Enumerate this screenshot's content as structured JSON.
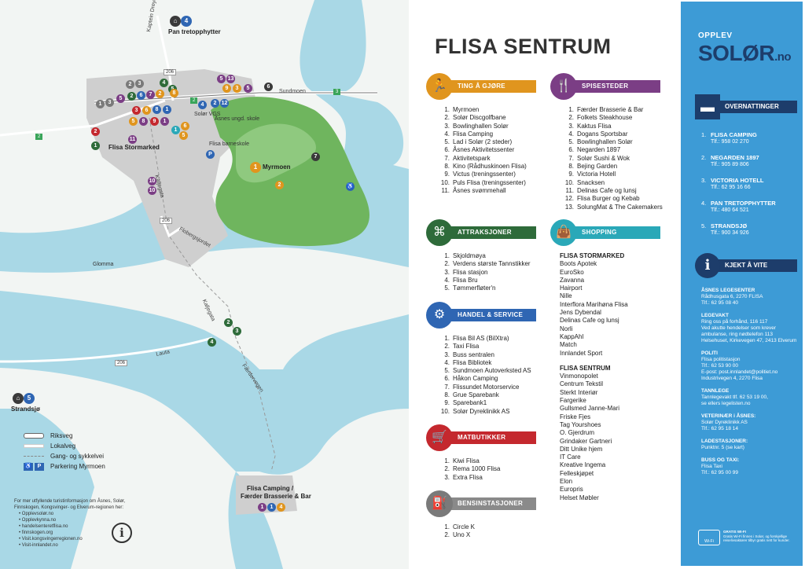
{
  "map": {
    "places": {
      "pan_tretopphytter": "Pan tretopphytter",
      "kaptein_dreyers_veg": "Kaptein Dreyers veg",
      "sundmoen": "Sundmoen",
      "solor_vgs": "Solør VGS",
      "asnes_ungdomsskole": "Åsnes ungd. skole",
      "flisa_stormarked": "Flisa Stormarked",
      "flisa_barneskole": "Flisa barneskole",
      "myrmoen": "Myrmoen",
      "kafjegata": "Kafjegata",
      "flobergsjordet": "Flobergsjordet",
      "glomma": "Glomma",
      "lauta": "Lauta",
      "faerdervegen": "Færdervegen",
      "strandsjo": "Strandsjø",
      "flisa_camping": "Flisa Camping /",
      "faerder_brasserie": "Færder Brasserie & Bar"
    },
    "road_numbers": {
      "r206": "206",
      "r2": "2",
      "r3": "3"
    },
    "legend": [
      {
        "label": "Riksveg",
        "style": "riksveg"
      },
      {
        "label": "Lokalveg",
        "style": "lokalveg"
      },
      {
        "label": "Gang- og sykkelvei",
        "style": "gangvei"
      },
      {
        "label": "Parkering Myrmoen",
        "style": "parking"
      }
    ],
    "info": {
      "intro": "For mer utfyllende turistinformasjon om Åsnes, Solør, Finnskogen, Kongsvinger- og Elverum-regionen her:",
      "links": [
        "Opplevsolør.no",
        "Opplevkynna.no",
        "handelsenteretflisa.no",
        "finnskogen.org",
        "Visit.kongsvingerregionen.no",
        "Visit-innlandet.no"
      ],
      "badge": "i"
    }
  },
  "center": {
    "title": "FLISA SENTRUM",
    "sections": {
      "ting_a_gjore": {
        "title": "TING Å GJØRE",
        "color": "#e0951e",
        "items": [
          "Myrmoen",
          "Solør Discgolfbane",
          "Bowlinghallen Solør",
          "Flisa Camping",
          "Lad i Solør (2 steder)",
          "Åsnes Aktivitetssenter",
          "Aktivitetspark",
          "Kino (Rådhuskinoen Flisa)",
          "Victus (treningssenter)",
          "Puls Flisa (treningssenter)",
          "Åsnes svømmehall"
        ]
      },
      "spisesteder": {
        "title": "SPISESTEDER",
        "color": "#7b3e85",
        "items": [
          "Færder Brasserie & Bar",
          "Folkets Steakhouse",
          "Kaktus Flisa",
          "Dogans Sportsbar",
          "Bowlinghallen Solør",
          "Negarden 1897",
          "Solør Sushi & Wok",
          "Bejing Garden",
          "Victoria Hotell",
          "Snacksen",
          "Delinas Cafe og lunsj",
          "Flisa Burger og Kebab",
          "SolungMat & The Cakemakers"
        ]
      },
      "attraksjoner": {
        "title": "ATTRAKSJONER",
        "color": "#2e6b3a",
        "items": [
          "Skjoldmøya",
          "Verdens største Tannstikker",
          "Flisa stasjon",
          "Flisa Bru",
          "Tømmerfløter'n"
        ]
      },
      "shopping": {
        "title": "SHOPPING",
        "color": "#2aa8b8",
        "groups": [
          {
            "name": "FLISA STORMARKED",
            "items": [
              "Boots Apotek",
              "EuroSko",
              "Zavanna",
              "Hairport",
              "Nille",
              "Interflora Marihøna Flisa",
              "Jens Dybendal",
              "Delinas Cafe og lunsj",
              "Norli",
              "KappAhl",
              "Match",
              "Innlandet Sport"
            ]
          },
          {
            "name": "FLISA SENTRUM",
            "items": [
              "Vinmonopolet",
              "Centrum Tekstil",
              "Sterkt Interiør",
              "Fargerike",
              "Gullsmed Janne-Mari",
              "Friske Fjes",
              "Tag Yourshoes",
              "O. Gjerdrum",
              "Grindaker Gartneri",
              "Ditt Unike hjem",
              "IT Care",
              "Kreative Ingema",
              "Felleskjøpet",
              "Elon",
              "Europris",
              "Helset Møbler"
            ]
          }
        ]
      },
      "handel_service": {
        "title": "HANDEL & SERVICE",
        "color": "#2f66b3",
        "items": [
          "Flisa Bil AS (BilXtra)",
          "Taxi Flisa",
          "Buss sentralen",
          "Flisa Bibliotek",
          "Sundmoen Autoverksted AS",
          "Håkon Camping",
          "Flissundet Motorservice",
          "Grue Sparebank",
          "Sparebank1",
          "Solør Dyreklinikk AS"
        ]
      },
      "matbutikker": {
        "title": "MATBUTIKKER",
        "color": "#c4282e",
        "items": [
          "Kiwi Flisa",
          "Rema 1000 Flisa",
          "Extra Flisa"
        ]
      },
      "bensinstasjoner": {
        "title": "BENSINSTASJONER",
        "color": "#8a8a8a",
        "items": [
          "Circle K",
          "Uno X"
        ]
      }
    }
  },
  "right": {
    "brand_top": "OPPLEV",
    "brand_main": "SOLØR",
    "brand_tld": ".no",
    "overnattinger": {
      "title": "OVERNATTINGER",
      "items": [
        {
          "no": "1.",
          "name": "FLISA CAMPING",
          "tel": "Tlf.: 958 02 270"
        },
        {
          "no": "2.",
          "name": "NEGARDEN 1897",
          "tel": "Tlf.: 905 89 806"
        },
        {
          "no": "3.",
          "name": "VICTORIA HOTELL",
          "tel": "Tlf.: 62 95 16 66"
        },
        {
          "no": "4.",
          "name": "PAN TRETOPPHYTTER",
          "tel": "Tlf.: 480 64 521"
        },
        {
          "no": "5.",
          "name": "STRANDSJØ",
          "tel": "Tlf.: 900 34 926"
        }
      ]
    },
    "kjekt": {
      "title": "KJEKT Å VITE",
      "items": [
        {
          "h": "ÅSNES LEGESENTER",
          "t": "Rådhusgata 6, 2270 FLISA\nTlf.: 62 95 08 40"
        },
        {
          "h": "LEGEVAKT",
          "t": "Ring oss på forhånd, 116 117\nVed akutte hendelser som krever ambulanse, ring nødtelefon 113\nHelsehuset, Kirkevegen 47, 2413 Elverum"
        },
        {
          "h": "POLITI",
          "t": "Flisa politistasjon\nTlf.: 62 53 90 00\nE-post: post.innlandet@politiet.no\nIndustrivegen 4, 2270 Flisa"
        },
        {
          "h": "TANNLEGE",
          "t": "Tannlegevakt tlf. 62 53 19 00,\nse ellers legelisten.no"
        },
        {
          "h": "VETERINÆR i ÅSNES:",
          "t": "Solør Dyreklinikk AS\nTlf.: 62 95 18 14"
        },
        {
          "h": "LADESTASJONER:",
          "t": "Punktnr. 5 (se kart)"
        },
        {
          "h": "BUSS OG TAXI:",
          "t": "Flisa Taxi\nTlf.: 62 95 00 99"
        }
      ]
    },
    "wifi": {
      "label": "Wi-Fi",
      "heading": "GRATIS WI-FI",
      "text": "Gratis Wi-Fi finnes i Solør, og forskjellige reiselivsaktører tilbyr gratis nett for kunder."
    }
  }
}
